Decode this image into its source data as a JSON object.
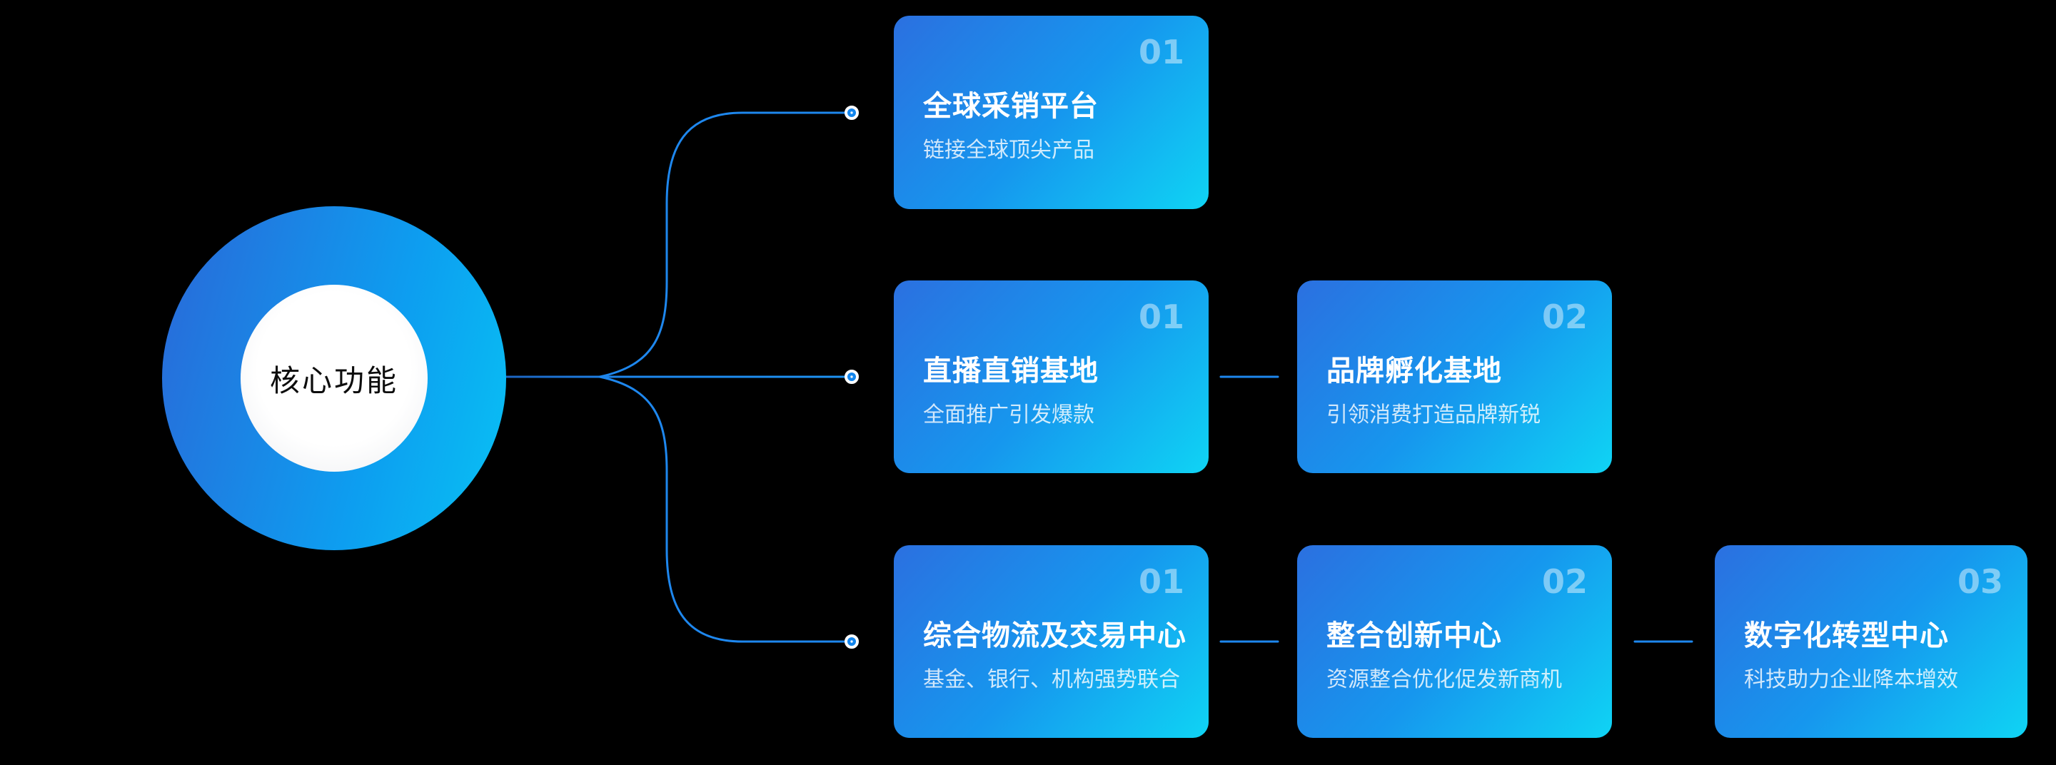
{
  "background": "#000000",
  "center": {
    "label": "核心功能"
  },
  "colors": {
    "ring_gradient_start": "#2a68d8",
    "ring_gradient_end": "#08c2f4",
    "card_gradient_start": "#2b70e0",
    "card_gradient_mid": "#1697ee",
    "card_gradient_end": "#0fd4f4",
    "line": "#1e87ee",
    "line_dark": "#1c55ac",
    "dot_fill": "#1286ee",
    "dot_ring": "#ffffff",
    "number_color": "rgba(255,255,255,0.45)",
    "title_color": "#ffffff",
    "subtitle_color": "rgba(255,255,255,0.8)",
    "center_text_color": "#0d0d0d"
  },
  "rows": [
    {
      "cards": [
        {
          "number": "01",
          "title": "全球采销平台",
          "subtitle": "链接全球顶尖产品"
        }
      ]
    },
    {
      "cards": [
        {
          "number": "01",
          "title": "直播直销基地",
          "subtitle": "全面推广引发爆款"
        },
        {
          "number": "02",
          "title": "品牌孵化基地",
          "subtitle": "引领消费打造品牌新锐"
        }
      ]
    },
    {
      "cards": [
        {
          "number": "01",
          "title": "综合物流及交易中心",
          "subtitle": "基金、银行、机构强势联合"
        },
        {
          "number": "02",
          "title": "整合创新中心",
          "subtitle": "资源整合优化促发新商机"
        },
        {
          "number": "03",
          "title": "数字化转型中心",
          "subtitle": "科技助力企业降本增效"
        }
      ]
    }
  ]
}
